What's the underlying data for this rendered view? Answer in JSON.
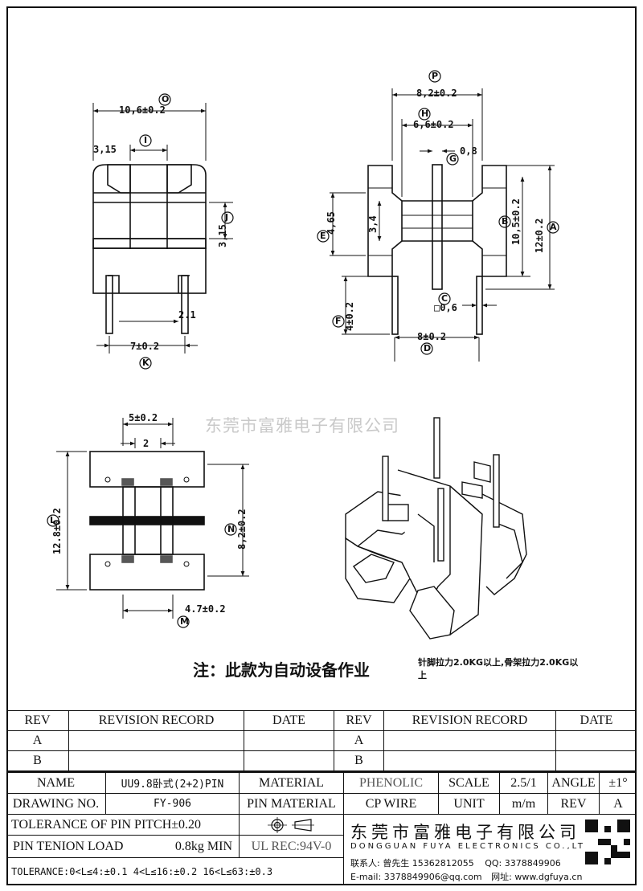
{
  "dims": {
    "top_width": "10,6±0.2",
    "top_inner": "3,15",
    "pin_gap": "2.1",
    "pin_pitch_front": "7±0.2",
    "side_width": "8,2±0.2",
    "side_inner": "6,6±0.2",
    "flange": "0,8",
    "slot_h": "4,65",
    "slot_inner": "3,4",
    "inner_h": "10,5±0.2",
    "total_h": "12±0.2",
    "pin_sq": "□0,6",
    "pin_len": "4±0.2",
    "pin_pitch_side": "8±0.2",
    "j_val": "3,15",
    "bottom_top": "5±0.2",
    "bottom_gap": "2",
    "bottom_h": "12.8±0.2",
    "bottom_n": "8,2±0.2",
    "bottom_m": "4.7±0.2"
  },
  "labels": {
    "O": "O",
    "I": "I",
    "J": "J",
    "K": "K",
    "P": "P",
    "H": "H",
    "G": "G",
    "E": "E",
    "B": "B",
    "A": "A",
    "F": "F",
    "C": "C",
    "D": "D",
    "L": "L",
    "N": "N",
    "M": "M"
  },
  "watermark": "东莞市富雅电子有限公司",
  "note_main": "注：此款为自动设备作业",
  "note_side": "针脚拉力2.0KG以上,骨架拉力2.0KG以上",
  "table": {
    "rev_header": "REV",
    "record_header": "REVISION RECORD",
    "date_header": "DATE",
    "rev_a": "A",
    "rev_b": "B",
    "name_label": "NAME",
    "name_value": "UU9.8卧式(2+2)PIN",
    "material_label": "MATERIAL",
    "material_value": "PHENOLIC",
    "scale_label": "SCALE",
    "scale_value": "2.5/1",
    "angle_label": "ANGLE",
    "angle_value": "±1°",
    "drawing_label": "DRAWING NO.",
    "drawing_value": "FY-906",
    "pin_material_label": "PIN MATERIAL",
    "pin_material_value": "CP WIRE",
    "unit_label": "UNIT",
    "unit_value": "m/m",
    "rev_label": "REV",
    "rev_value": "A",
    "tolerance_pitch": "TOLERANCE OF PIN PITCH±0.20",
    "pin_tension_label": "PIN TENION LOAD",
    "pin_tension_value": "0.8kg MIN",
    "ul_rec": "UL REC:94V-0",
    "tolerance_line": "TOLERANCE:0<L≤4:±0.1  4<L≤16:±0.2  16<L≤63:±0.3",
    "company_cn": "东莞市富雅电子有限公司",
    "company_en": "DONGGUAN FUYA ELECTRONICS CO.,LTD",
    "contact_label": "联系人:",
    "contact_value": "曾先生 15362812055",
    "qq_label": "QQ:",
    "qq_value": "3378849906",
    "email_label": "E-mail:",
    "email_value": "3378849906@qq.com",
    "web_label": "网址:",
    "web_value": "www.dgfuya.cn"
  },
  "icons": [
    "projection-symbol-icon",
    "qr-code-icon"
  ]
}
